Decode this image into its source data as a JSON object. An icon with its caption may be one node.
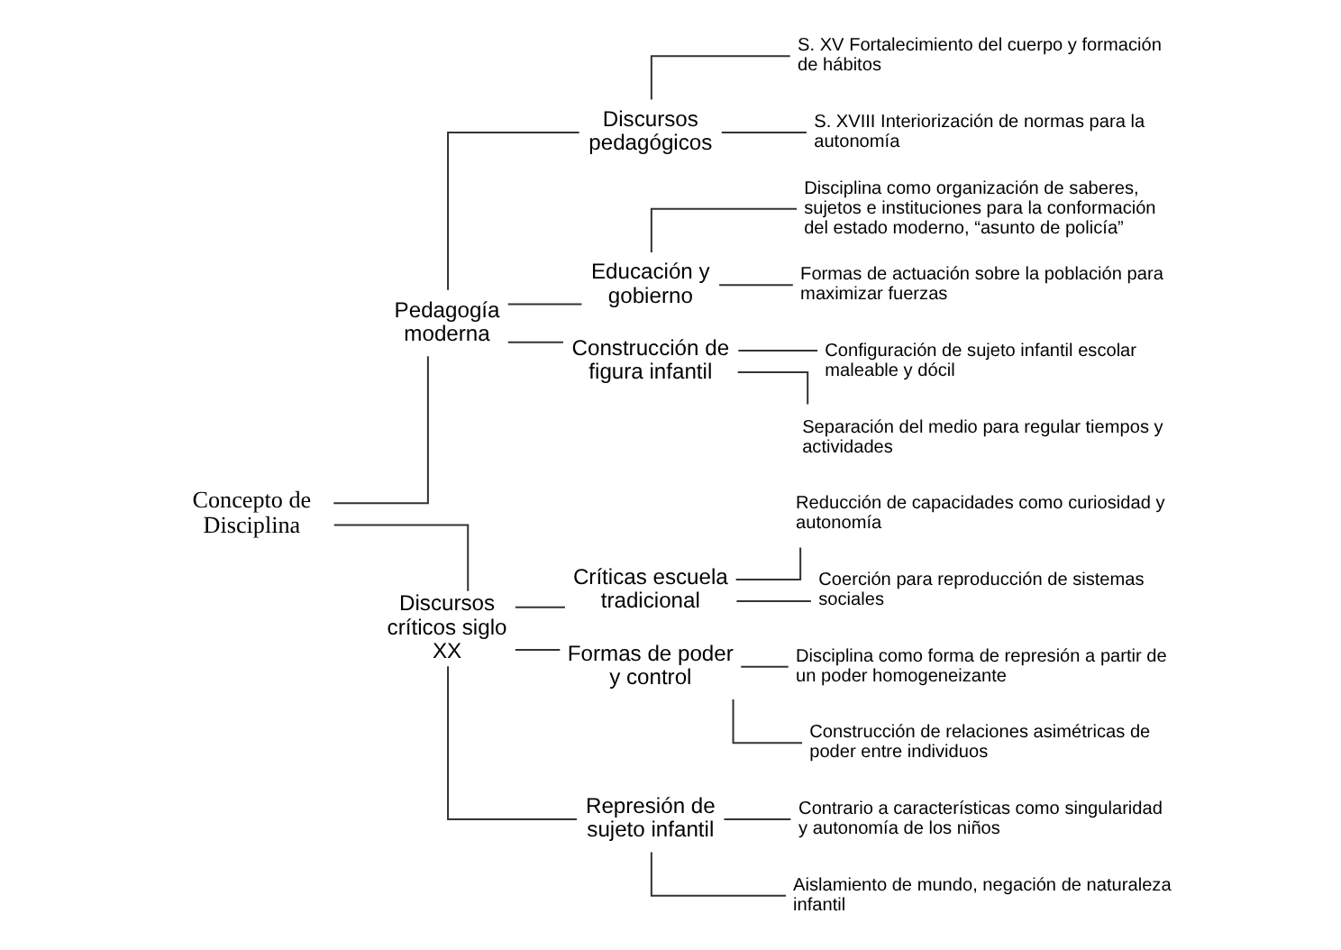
{
  "diagram": {
    "nodes": [
      {
        "text": [
          "Concepto de Disciplina"
        ]
      },
      {
        "text": [
          "Pedagogía moderna"
        ]
      },
      {
        "text": [
          "Discursos pedagógicos"
        ]
      },
      {
        "text": [
          "S. XV Fortalecimiento del cuerpo y formación de hábitos"
        ]
      },
      {
        "text": [
          "S. XVIII Interiorización de normas para la autonomía"
        ]
      },
      {
        "text": [
          "Educación y gobierno"
        ]
      },
      {
        "text": [
          "Disciplina como organización de saberes, sujetos e instituciones para la conformación del estado moderno, “asunto de policía”"
        ]
      },
      {
        "text": [
          "Formas de actuación sobre la población para maximizar fuerzas"
        ]
      },
      {
        "text": [
          "Construcción de figura infantil"
        ]
      },
      {
        "text": [
          "Configuración de sujeto infantil escolar maleable y dócil"
        ]
      },
      {
        "text": [
          "Separación del medio para regular tiempos y actividades"
        ]
      },
      {
        "text": [
          "Discursos críticos siglo XX"
        ]
      },
      {
        "text": [
          "Críticas escuela tradicional"
        ]
      },
      {
        "text": [
          "Reducción de capacidades como curiosidad y autonomía"
        ]
      },
      {
        "text": [
          "Coerción para reproducción de sistemas sociales"
        ]
      },
      {
        "text": [
          "Formas de poder y control"
        ]
      },
      {
        "text": [
          "Disciplina como forma de represión a partir de un poder homogeneizante"
        ]
      },
      {
        "text": [
          "Construcción de relaciones asimétricas de poder entre individuos"
        ]
      },
      {
        "text": [
          "Represión de sujeto infantil"
        ]
      },
      {
        "text": [
          "Contrario a características como singularidad y autonomía de los niños"
        ]
      },
      {
        "text": [
          "Aislamiento de mundo, negación de naturaleza infantil"
        ]
      }
    ],
    "edges": [
      {
        "from": 0,
        "to": 1,
        "arrow": "none"
      },
      {
        "from": 0,
        "to": 11,
        "arrow": "none"
      },
      {
        "from": 1,
        "to": 2,
        "arrow": "none"
      },
      {
        "from": 1,
        "to": 5,
        "arrow": "none"
      },
      {
        "from": 1,
        "to": 8,
        "arrow": "none"
      },
      {
        "from": 2,
        "to": 3,
        "arrow": "none"
      },
      {
        "from": 2,
        "to": 4,
        "arrow": "none"
      },
      {
        "from": 5,
        "to": 6,
        "arrow": "none"
      },
      {
        "from": 5,
        "to": 7,
        "arrow": "none"
      },
      {
        "from": 8,
        "to": 9,
        "arrow": "none"
      },
      {
        "from": 8,
        "to": 10,
        "arrow": "none"
      },
      {
        "from": 11,
        "to": 12,
        "arrow": "none"
      },
      {
        "from": 11,
        "to": 15,
        "arrow": "none"
      },
      {
        "from": 11,
        "to": 18,
        "arrow": "none"
      },
      {
        "from": 12,
        "to": 13,
        "arrow": "none"
      },
      {
        "from": 12,
        "to": 14,
        "arrow": "none"
      },
      {
        "from": 15,
        "to": 16,
        "arrow": "none"
      },
      {
        "from": 15,
        "to": 17,
        "arrow": "none"
      },
      {
        "from": 18,
        "to": 19,
        "arrow": "none"
      },
      {
        "from": 18,
        "to": 20,
        "arrow": "none"
      }
    ]
  }
}
